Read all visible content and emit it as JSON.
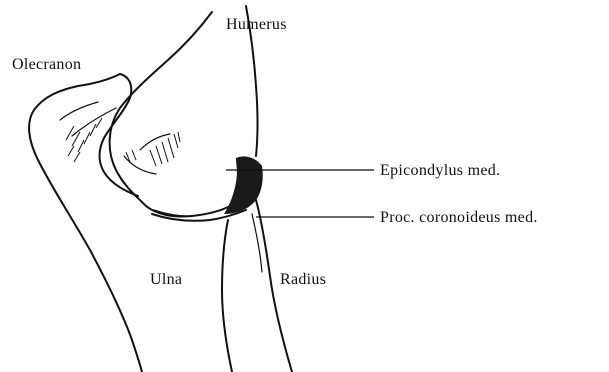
{
  "labels": {
    "humerus": "Humerus",
    "olecranon": "Olecranon",
    "epicondylus": "Epicondylus med.",
    "proc_coronoideus": "Proc. coronoideus med.",
    "ulna": "Ulna",
    "radius": "Radius"
  }
}
